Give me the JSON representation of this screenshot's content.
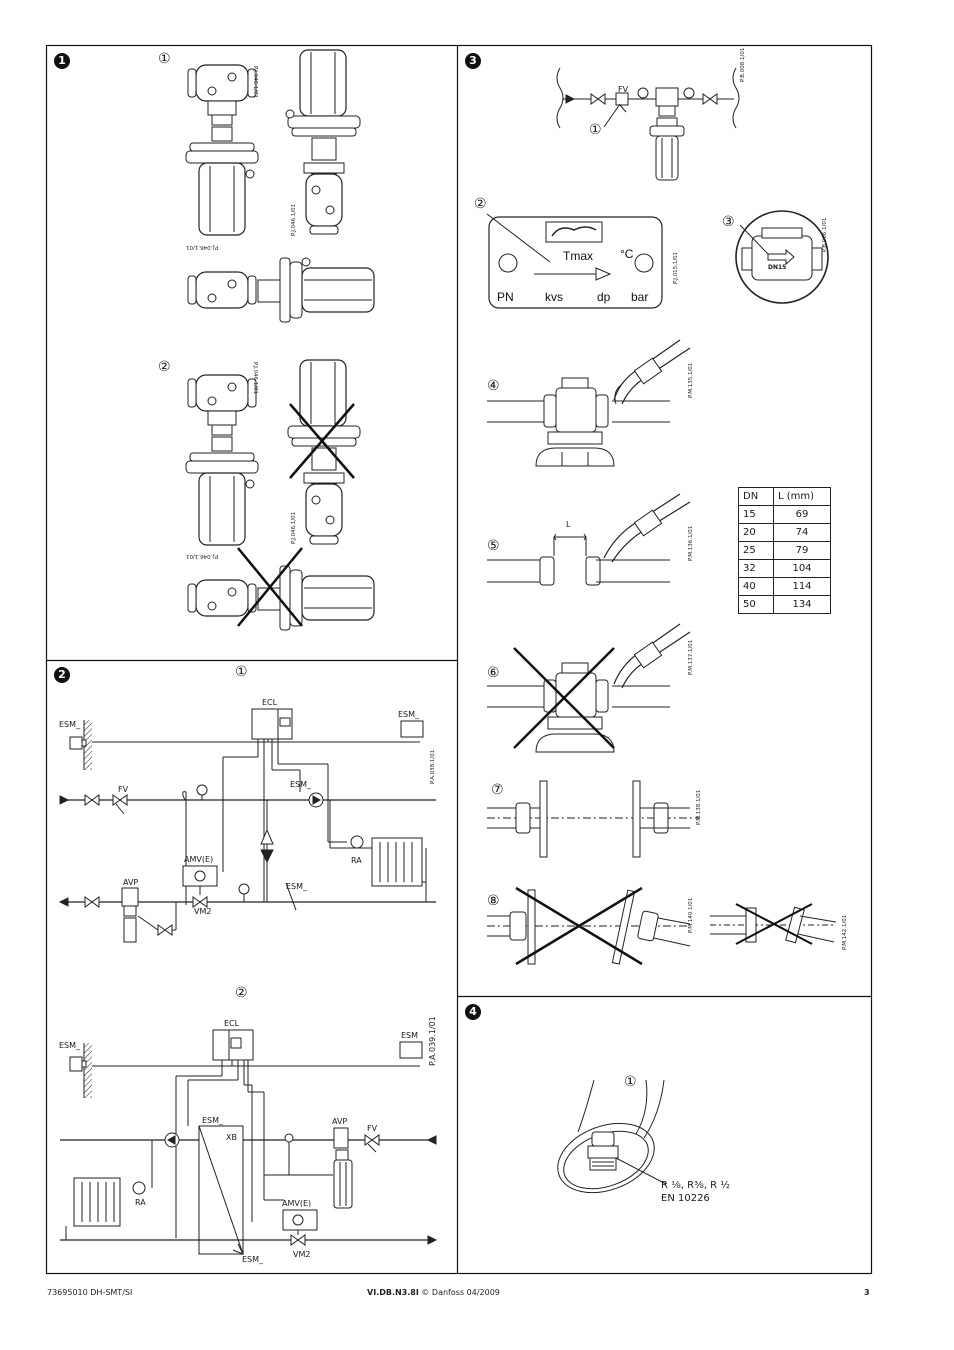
{
  "sections": {
    "s1": {
      "badge": "1",
      "sub1": "①",
      "sub2": "②",
      "codes": [
        "P.J.046.1/01",
        "P.J.046.1/01",
        "P.J.046.1/01",
        "P.J.046.1/01",
        "P.J.046.1/01",
        "P.J.046.1/01"
      ]
    },
    "s2": {
      "badge": "2",
      "sub1": "①",
      "sub2": "②",
      "d1": {
        "ecl": "ECL",
        "esm_left": "ESM_",
        "esm_right": "ESM_",
        "esm_mid": "ESM_",
        "esm_low": "ESM_",
        "fv": "FV",
        "avp": "AVP",
        "amv": "AMV(E)",
        "vm2": "VM2",
        "ra": "RA",
        "code": "P.A.038.1/01"
      },
      "d2": {
        "ecl": "ECL",
        "esm_left": "ESM_",
        "esm_right": "ESM",
        "esm_mid": "ESM_",
        "xb": "XB",
        "avp": "AVP",
        "fv": "FV",
        "amv": "AMV(E)",
        "vm2": "VM2",
        "ra": "RA",
        "esm_low": "ESM_",
        "code": "P.A.039.1/01"
      }
    },
    "s3": {
      "badge": "3",
      "items": [
        "①",
        "②",
        "③",
        "④",
        "⑤",
        "⑥",
        "⑦",
        "⑧"
      ],
      "fv": "FV",
      "plate": {
        "tmax": "Tmax",
        "degc": "°C",
        "pn": "PN",
        "kvs": "kvs",
        "dp": "dp",
        "bar": "bar"
      },
      "dn_plate": "DN15",
      "gap_label": "L",
      "codes": [
        "P.B.008.1/01",
        "P.J.015.1/01",
        "P.B.006.1/01",
        "P.M.135.1/01",
        "P.M.136.1/01",
        "P.M.137.1/01",
        "P.M.138.1/01",
        "P.M.140.1/01",
        "P.M.142.1/01"
      ],
      "table": {
        "headers": [
          "DN",
          "L (mm)"
        ],
        "rows": [
          [
            "15",
            "69"
          ],
          [
            "20",
            "74"
          ],
          [
            "25",
            "79"
          ],
          [
            "32",
            "104"
          ],
          [
            "40",
            "114"
          ],
          [
            "50",
            "134"
          ]
        ]
      }
    },
    "s4": {
      "badge": "4",
      "sub1": "①",
      "thread": "R ⅛, R⅜, R ½",
      "standard": "EN 10226"
    }
  },
  "footer": {
    "left": "73695010 DH-SMT/SI",
    "center_bold": "VI.DB.N3.8I",
    "center_rest": "© Danfoss 04/2009",
    "page": "3"
  }
}
